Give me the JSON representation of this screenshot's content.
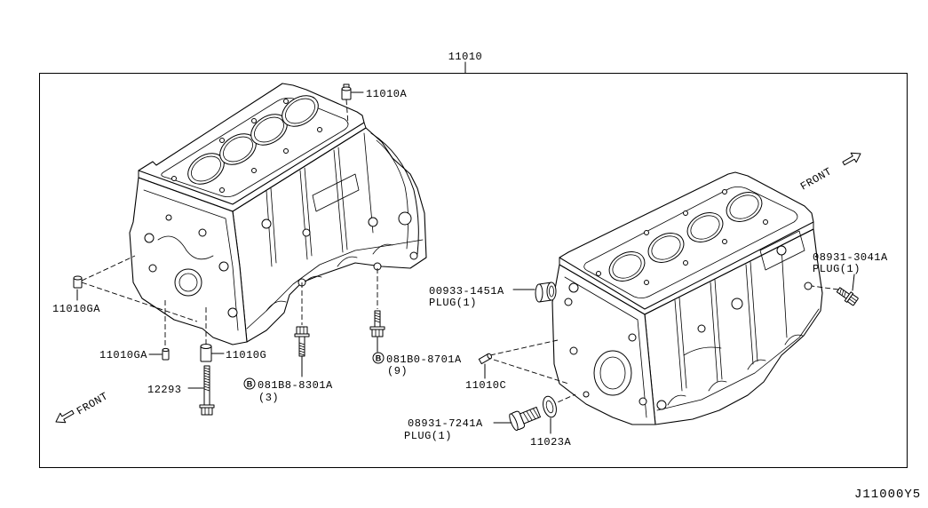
{
  "diagram": {
    "assembly_number": "11010",
    "figure_code": "J11000Y5"
  },
  "callouts": {
    "dowel_top": "11010A",
    "dowel_front_left": "11010GA",
    "dowel_front_lower": "11010GA",
    "dowel_g": "11010G",
    "bolt_long": "12293",
    "bolt_b1": {
      "mark": "B",
      "part": "081B8-8301A",
      "qty": "(3)"
    },
    "bolt_b2": {
      "mark": "B",
      "part": "081B0-8701A",
      "qty": "(9)"
    },
    "plug_end": {
      "part": "00933-1451A",
      "desc": "PLUG(1)"
    },
    "plug_side": {
      "part": "08931-3041A",
      "desc": "PLUG(1)"
    },
    "dowel_c": "11010C",
    "plug_drain": {
      "part": "08931-7241A",
      "desc": "PLUG(1)"
    },
    "washer": "11023A"
  },
  "orientation": {
    "front_left": "FRONT",
    "front_right": "FRONT"
  },
  "icons": {
    "front_arrow": "front-arrow-icon",
    "circled_b": "circled-b-icon"
  }
}
